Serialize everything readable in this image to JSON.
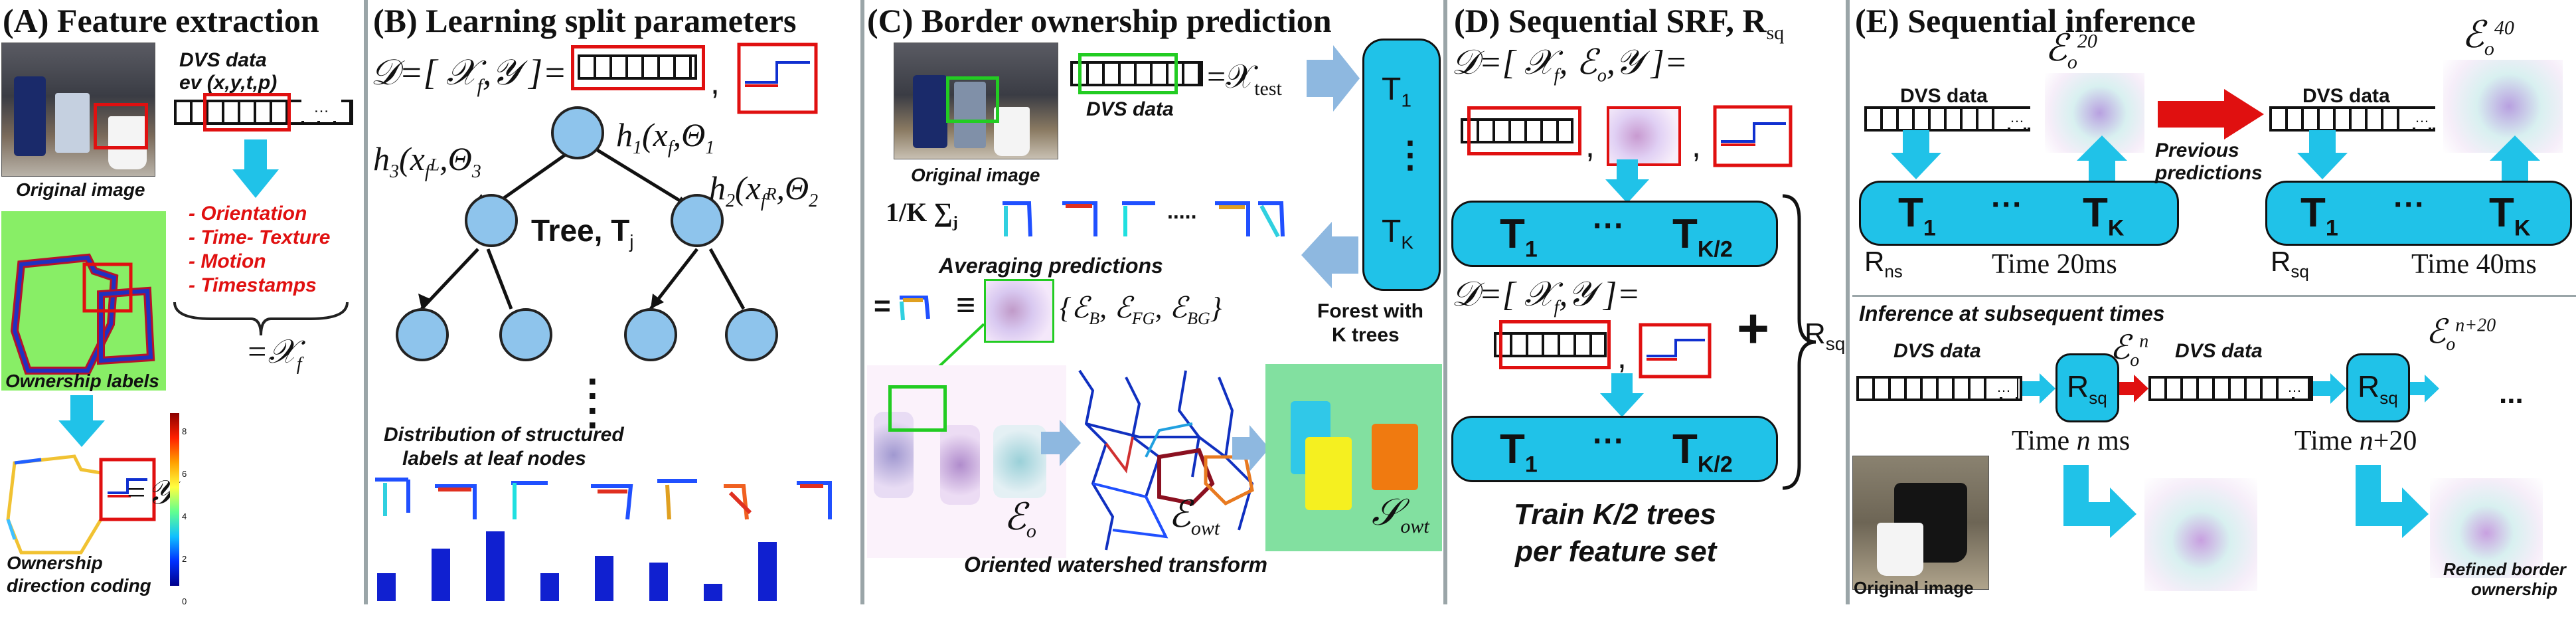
{
  "panels": {
    "a": {
      "title": "(A) Feature extraction",
      "original_image_label": "Original image",
      "dvs_label_1": "DVS data",
      "dvs_label_2": "ev (x,y,t,p)",
      "features": [
        "- Orientation",
        "- Time- Texture",
        "- Motion",
        "- Timestamps"
      ],
      "xf_eq": "=𝒳",
      "xf_sub": "f",
      "ownership_labels": "Ownership labels",
      "y_eq": "=𝒴",
      "direction_coding_1": "Ownership",
      "direction_coding_2": "direction coding",
      "colorbar_ticks": [
        "8",
        "6",
        "4",
        "2",
        "0"
      ]
    },
    "b": {
      "title": "(B) Learning split parameters",
      "dataset_eq": "𝒟=[ 𝒳",
      "dataset_sub": "f",
      "dataset_rest": ",𝒴 ]=",
      "h1": "h",
      "h1_sub": "1",
      "h1_arg": "(x",
      "h1_arg_sub": "f",
      "h1_theta": ",Θ",
      "h1_theta_sub": "1",
      "h2": "h",
      "h2_sub": "2",
      "h2_arg": "(x",
      "h2_arg_sup": "R",
      "h2_arg_sub": "f",
      "h2_theta": ",Θ",
      "h2_theta_sub": "2",
      "h3": "h",
      "h3_sub": "3",
      "h3_arg": "(x",
      "h3_arg_sup": "L",
      "h3_arg_sub": "f",
      "h3_theta": ",Θ",
      "h3_theta_sub": "3",
      "tree_label": "Tree, T",
      "tree_sub": "j",
      "leaf_caption_1": "Distribution of structured",
      "leaf_caption_2": "labels at leaf nodes",
      "leaf_distribution": [
        0.4,
        0.75,
        1.0,
        0.4,
        0.65,
        0.55,
        0.25,
        0.85
      ]
    },
    "c": {
      "title": "(C) Border ownership prediction",
      "original_image_label": "Original image",
      "dvs_label": "DVS data",
      "xtest": "=𝒳",
      "xtest_sub": "test",
      "t1": "T",
      "t1_sub": "1",
      "tdots": "⋮",
      "tk": "T",
      "tk_sub": "K",
      "forest_caption_1": "Forest with",
      "forest_caption_2": "K trees",
      "sum_label": "1/K ∑",
      "sum_sub": "j",
      "dots": ".....",
      "averaging": "Averaging predictions",
      "eq_sign": "=",
      "equiv": "≡",
      "sets": "{ℰ",
      "sets_b": "B",
      "sets_fg_pre": ", ℰ",
      "sets_fg": "FG",
      "sets_bg_pre": ", ℰ",
      "sets_bg": "BG",
      "sets_close": "}",
      "eo": "ℰ",
      "eo_sub": "o",
      "eowt": "ℰ",
      "eowt_sub": "owt",
      "sowt": "𝒮",
      "sowt_sub": "owt",
      "watershed": "Oriented watershed transform"
    },
    "d": {
      "title": "(D) Sequential SRF, R",
      "title_sub": "sq",
      "dataset1_pre": "𝒟=[ 𝒳",
      "dataset1_sub_f": "f",
      "dataset1_mid": ", ℰ",
      "dataset1_sub_o": "o",
      "dataset1_end": ",𝒴 ]=",
      "comma": ",",
      "t1": "T",
      "t1_sub": "1",
      "tdots": "···",
      "tk": "T",
      "tk_sub": "K/2",
      "dataset2_pre": "𝒟=[ 𝒳",
      "dataset2_sub_f": "f",
      "dataset2_end": ",𝒴 ]=",
      "plus": "+",
      "rsq": "R",
      "rsq_sub": "sq",
      "train_1": "Train K/2 trees",
      "train_2": "per feature set"
    },
    "e": {
      "title": "(E) Sequential inference",
      "dvs_label": "DVS data",
      "eo20": "ℰ",
      "eo20_sub": "o",
      "eo20_sup": "20",
      "eo40": "ℰ",
      "eo40_sub": "o",
      "eo40_sup": "40",
      "previous_1": "Previous",
      "previous_2": "predictions",
      "t1": "T",
      "t1_sub": "1",
      "tdots": "···",
      "tk": "T",
      "tk_sub": "K",
      "rns": "R",
      "rns_sub": "ns",
      "rsq": "R",
      "rsq_sub": "sq",
      "time20": "Time 20ms",
      "time40": "Time 40ms",
      "subsequent": "Inference at subsequent times",
      "eon": "ℰ",
      "eon_sub": "o",
      "eon_sup": "n",
      "eon20": "ℰ",
      "eon20_sub": "o",
      "eon20_sup": "n+20",
      "time_n_pre": "Time ",
      "time_n_var": "n",
      "time_n_post": " ms",
      "time_n20_pre": "Time ",
      "time_n20_var": "n",
      "time_n20_post": "+20",
      "ellipsis": "...",
      "original_image_label": "Original image",
      "refined_1": "Refined border",
      "refined_2": "ownership"
    }
  },
  "colors": {
    "arrow_cyan": "#20c2e8",
    "arrow_red": "#e01010",
    "tree_node": "#8ec4ec",
    "leaf_bar": "#1020d0",
    "label_green": "#88ee66"
  }
}
